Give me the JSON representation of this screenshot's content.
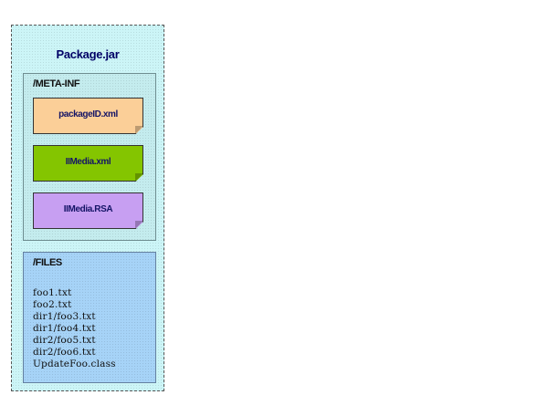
{
  "package": {
    "title": "Package.jar"
  },
  "meta_inf": {
    "label": "/META-INF",
    "files": [
      {
        "label": "packageID.xml",
        "color": "#fbcf98"
      },
      {
        "label": "IIMedia.xml",
        "color": "#84c500"
      },
      {
        "label": "IIMedia.RSA",
        "color": "#c79ff2"
      }
    ]
  },
  "files_section": {
    "label": "/FILES",
    "items": [
      "foo1.txt",
      "foo2.txt",
      "dir1/foo3.txt",
      "dir1/foo4.txt",
      "dir2/foo5.txt",
      "dir2/foo6.txt",
      "UpdateFoo.class"
    ]
  },
  "colors": {
    "package_bg": "#ccf5f7",
    "meta_bg": "#c4ecee",
    "files_bg": "#a6d3f7"
  }
}
